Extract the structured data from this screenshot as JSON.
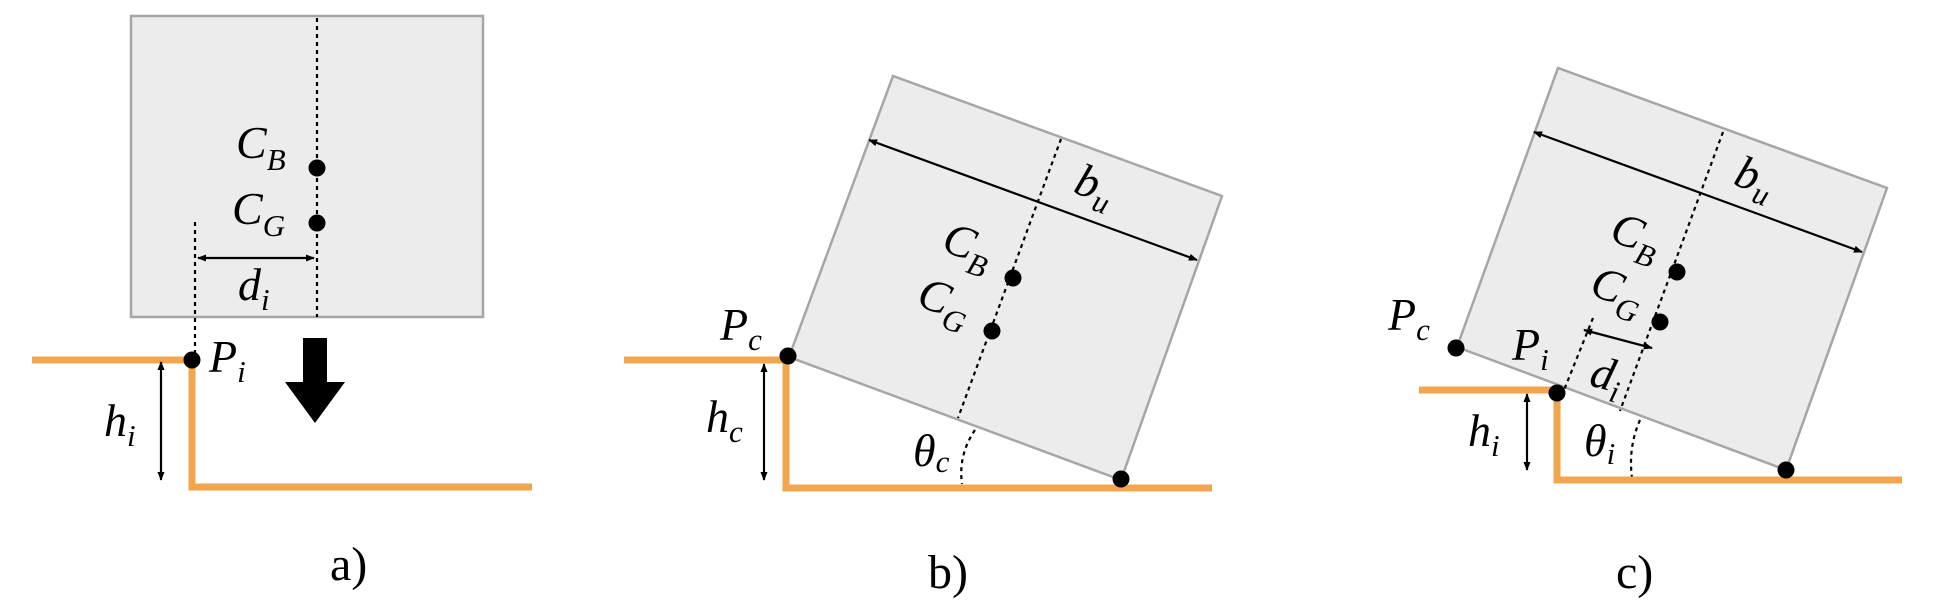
{
  "panels": {
    "a": {
      "caption": "a)",
      "cb_main": "C",
      "cb_sub": "B",
      "cg_main": "C",
      "cg_sub": "G",
      "d_main": "d",
      "d_sub": "i",
      "p_main": "P",
      "p_sub": "i",
      "h_main": "h",
      "h_sub": "i"
    },
    "b": {
      "caption": "b)",
      "bu_main": "b",
      "bu_sub": "u",
      "cb_main": "C",
      "cb_sub": "B",
      "cg_main": "C",
      "cg_sub": "G",
      "p_main": "P",
      "p_sub": "c",
      "h_main": "h",
      "h_sub": "c",
      "theta_main": "θ",
      "theta_sub": "c"
    },
    "c": {
      "caption": "c)",
      "bu_main": "b",
      "bu_sub": "u",
      "cb_main": "C",
      "cb_sub": "B",
      "cg_main": "C",
      "cg_sub": "G",
      "pc_main": "P",
      "pc_sub": "c",
      "pi_main": "P",
      "pi_sub": "i",
      "d_main": "d",
      "d_sub": "i",
      "h_main": "h",
      "h_sub": "i",
      "theta_main": "θ",
      "theta_sub": "i"
    }
  },
  "colors": {
    "ground": "#f0a54e",
    "box_fill": "#ececec",
    "box_stroke": "#a6a6a6",
    "ink": "#000000"
  }
}
